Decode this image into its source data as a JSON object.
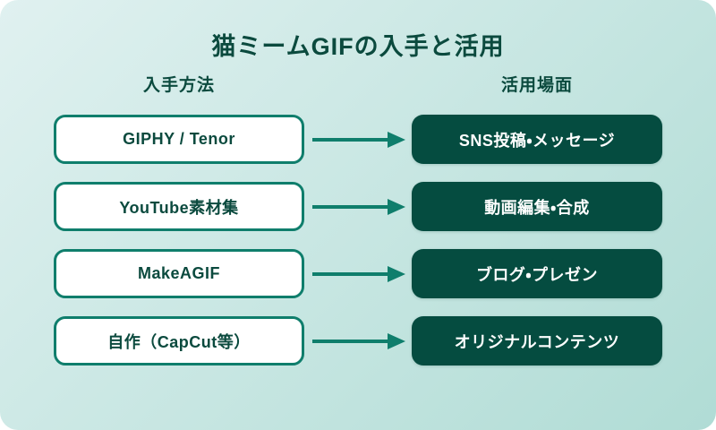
{
  "title": "猫ミームGIFの入手と活用",
  "columns": {
    "left_header": "入手方法",
    "right_header": "活用場面"
  },
  "rows": [
    {
      "source": "GIPHY / Tenor",
      "usage": "SNS投稿・メッセージ"
    },
    {
      "source": "YouTube素材集",
      "usage": "動画編集・合成"
    },
    {
      "source": "MakeAGIF",
      "usage": "ブログ・プレゼン"
    },
    {
      "source": "自作（CapCut等）",
      "usage": "オリジナルコンテンツ"
    }
  ],
  "icons": {
    "arrow_right": "right-arrow"
  },
  "colors": {
    "dark_green": "#054c40",
    "teal": "#0f7e6c",
    "text_dark": "#0b4a3e",
    "bg_start": "#e0f1f0",
    "bg_end": "#b0dcd5",
    "box_white": "#ffffff"
  }
}
